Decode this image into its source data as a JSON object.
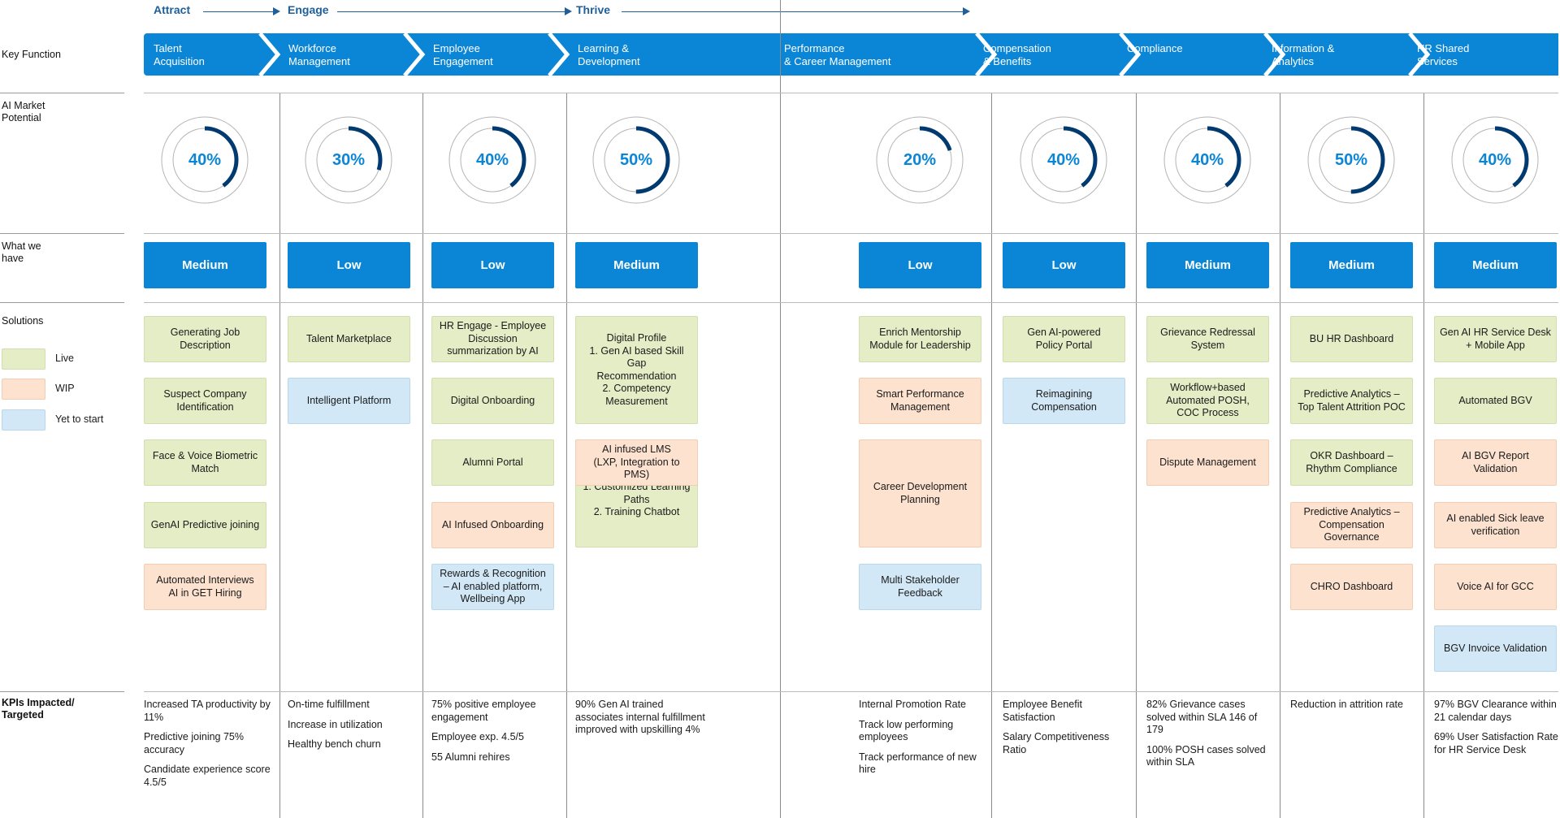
{
  "stages": [
    {
      "label": "Attract"
    },
    {
      "label": "Engage"
    },
    {
      "label": "Thrive"
    }
  ],
  "row_labels": {
    "key_function": "Key Function",
    "ai_market": "AI Market\nPotential",
    "what_we_have": "What we\nhave",
    "solutions": "Solutions",
    "kpis": "KPIs Impacted/\nTargeted"
  },
  "legend": [
    {
      "label": "Live",
      "status": "live",
      "color": "#e4edc6"
    },
    {
      "label": "WIP",
      "status": "wip",
      "color": "#fde2cf"
    },
    {
      "label": "Yet to start",
      "status": "yts",
      "color": "#d2e8f6"
    }
  ],
  "colors": {
    "accent": "#0b86d6",
    "ring": "#003a70",
    "stage": "#1f5f9a"
  },
  "functions": [
    {
      "name": "Talent\nAcquisition",
      "potential": "40%",
      "potential_value": 0.4,
      "have": "Medium",
      "solutions": [
        {
          "text": "Generating Job\nDescription",
          "status": "live"
        },
        {
          "text": "Suspect Company\nIdentification",
          "status": "live"
        },
        {
          "text": "Face & Voice Biometric\nMatch",
          "status": "live"
        },
        {
          "text": "GenAI Predictive joining",
          "status": "live"
        },
        {
          "text": "Automated Interviews\nAI in GET Hiring",
          "status": "wip"
        }
      ],
      "kpis": [
        "Increased TA productivity by 11%",
        "Predictive joining 75% accuracy",
        "Candidate experience score 4.5/5"
      ]
    },
    {
      "name": "Workforce\nManagement",
      "potential": "30%",
      "potential_value": 0.3,
      "have": "Low",
      "solutions": [
        {
          "text": "Talent Marketplace",
          "status": "live"
        },
        {
          "text": "Intelligent Platform",
          "status": "yts"
        }
      ],
      "kpis": [
        "On-time fulfillment",
        "Increase in utilization",
        "Healthy bench churn"
      ]
    },
    {
      "name": "Employee\nEngagement",
      "potential": "40%",
      "potential_value": 0.4,
      "have": "Low",
      "solutions": [
        {
          "text": "HR Engage - Employee\nDiscussion\nsummarization by AI",
          "status": "live"
        },
        {
          "text": "Digital Onboarding",
          "status": "live"
        },
        {
          "text": "Alumni Portal",
          "status": "live"
        },
        {
          "text": "AI Infused Onboarding",
          "status": "wip"
        },
        {
          "text": "Rewards & Recognition\n– AI enabled platform,\nWellbeing App",
          "status": "yts"
        }
      ],
      "kpis": [
        "75% positive employee engagement",
        "Employee exp. 4.5/5",
        "55 Alumni rehires"
      ]
    },
    {
      "name": "Learning &\nDevelopment",
      "potential": "50%",
      "potential_value": 0.5,
      "have": "Medium",
      "solutions": [
        {
          "text": "Digital Profile\n1. Gen AI based Skill Gap\nRecommendation\n2. Competency\nMeasurement",
          "status": "live"
        },
        {
          "text": "Shoshin Platform\n1. Customized Learning\nPaths\n2. Training Chatbot",
          "status": "live"
        },
        {
          "text": "AI infused LMS\n(LXP, Integration to PMS)",
          "status": "wip"
        }
      ],
      "kpis": [
        "90% Gen AI trained associates internal fulfillment improved with upskilling 4%"
      ]
    },
    {
      "name": "Performance\n& Career Management",
      "potential": "20%",
      "potential_value": 0.2,
      "have": "Low",
      "solutions": [
        {
          "text": "Enrich Mentorship\nModule for Leadership",
          "status": "live"
        },
        {
          "text": "Smart Performance\nManagement",
          "status": "wip"
        },
        {
          "text": "Career Development\nPlanning",
          "status": "wip"
        },
        {
          "text": "Multi Stakeholder\nFeedback",
          "status": "yts"
        }
      ],
      "kpis": [
        "Internal Promotion Rate",
        "Track low performing employees",
        "Track performance of new hire"
      ]
    },
    {
      "name": "Compensation\n& Benefits",
      "potential": "40%",
      "potential_value": 0.4,
      "have": "Low",
      "solutions": [
        {
          "text": "Gen AI-powered\nPolicy Portal",
          "status": "live"
        },
        {
          "text": "Reimagining\nCompensation",
          "status": "yts"
        }
      ],
      "kpis": [
        "Employee Benefit Satisfaction",
        "Salary Competitiveness Ratio"
      ]
    },
    {
      "name": "Compliance",
      "potential": "40%",
      "potential_value": 0.4,
      "have": "Medium",
      "solutions": [
        {
          "text": "Grievance Redressal\nSystem",
          "status": "live"
        },
        {
          "text": "Workflow+based\nAutomated POSH,\nCOC Process",
          "status": "live"
        },
        {
          "text": "Dispute Management",
          "status": "wip"
        }
      ],
      "kpis": [
        "82% Grievance cases solved within SLA 146 of 179",
        "100% POSH cases solved within SLA"
      ]
    },
    {
      "name": "Information &\nAnalytics",
      "potential": "50%",
      "potential_value": 0.5,
      "have": "Medium",
      "solutions": [
        {
          "text": "BU HR Dashboard",
          "status": "live"
        },
        {
          "text": "Predictive Analytics –\nTop Talent Attrition POC",
          "status": "live"
        },
        {
          "text": "OKR Dashboard –\nRhythm Compliance",
          "status": "live"
        },
        {
          "text": "Predictive Analytics –\nCompensation\nGovernance",
          "status": "wip"
        },
        {
          "text": "CHRO Dashboard",
          "status": "wip"
        }
      ],
      "kpis": [
        "Reduction in attrition rate"
      ]
    },
    {
      "name": "HR Shared\nServices",
      "potential": "40%",
      "potential_value": 0.4,
      "have": "Medium",
      "solutions": [
        {
          "text": "Gen AI HR Service Desk\n+ Mobile App",
          "status": "live"
        },
        {
          "text": "Automated BGV",
          "status": "live"
        },
        {
          "text": "AI BGV Report\nValidation",
          "status": "wip"
        },
        {
          "text": "AI enabled Sick leave\nverification",
          "status": "wip"
        },
        {
          "text": "Voice AI for GCC",
          "status": "wip"
        },
        {
          "text": "BGV Invoice Validation",
          "status": "yts"
        }
      ],
      "kpis": [
        "97% BGV Clearance within 21 calendar days",
        "69% User Satisfaction Rate for HR Service Desk"
      ]
    }
  ]
}
